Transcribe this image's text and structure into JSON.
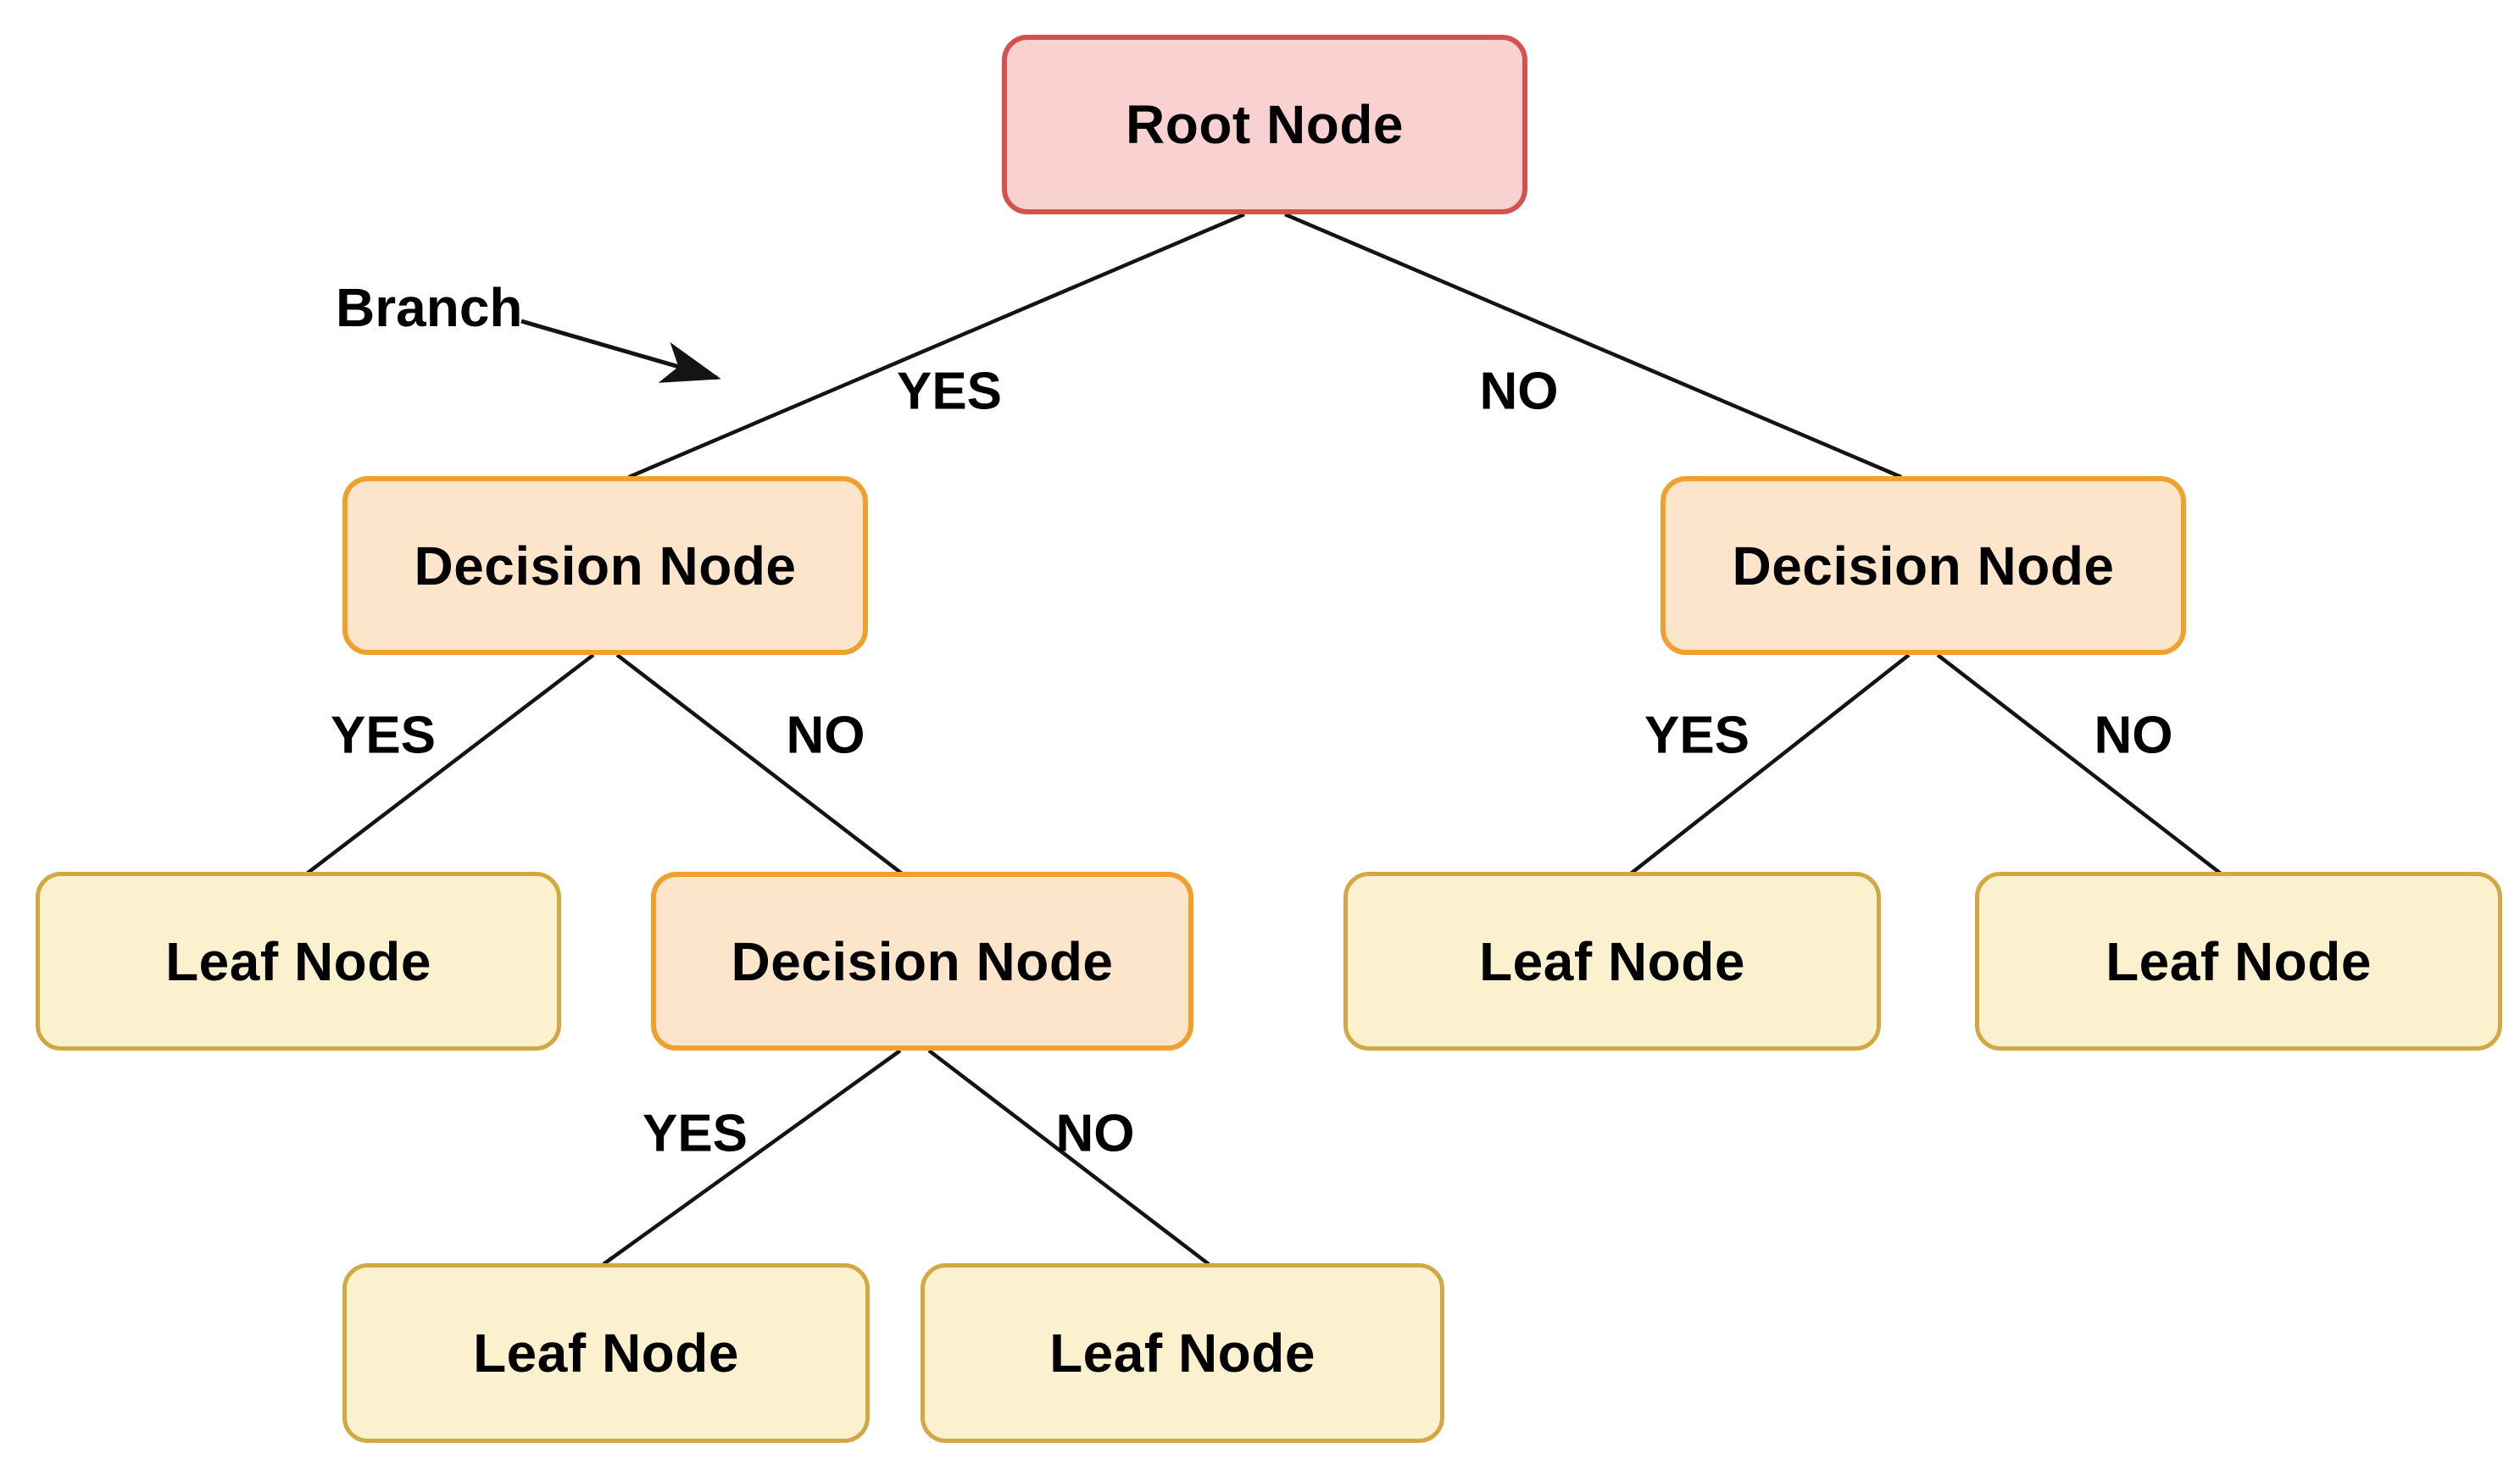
{
  "diagram": {
    "type": "decision-tree",
    "annotation": {
      "branch_label": "Branch"
    },
    "nodes": {
      "root": {
        "label": "Root Node",
        "type": "root"
      },
      "decision_left": {
        "label": "Decision Node",
        "type": "decision"
      },
      "decision_right": {
        "label": "Decision Node",
        "type": "decision"
      },
      "decision_mid": {
        "label": "Decision Node",
        "type": "decision"
      },
      "leaf_far_left": {
        "label": "Leaf Node",
        "type": "leaf"
      },
      "leaf_bottom_left": {
        "label": "Leaf Node",
        "type": "leaf"
      },
      "leaf_bottom_right": {
        "label": "Leaf Node",
        "type": "leaf"
      },
      "leaf_right_1": {
        "label": "Leaf Node",
        "type": "leaf"
      },
      "leaf_right_2": {
        "label": "Leaf Node",
        "type": "leaf"
      }
    },
    "edge_labels": {
      "root_yes": "YES",
      "root_no": "NO",
      "left_yes": "YES",
      "left_no": "NO",
      "mid_yes": "YES",
      "mid_no": "NO",
      "right_yes": "YES",
      "right_no": "NO"
    },
    "edges": [
      {
        "from": "root",
        "to": "decision_left",
        "label": "YES"
      },
      {
        "from": "root",
        "to": "decision_right",
        "label": "NO"
      },
      {
        "from": "decision_left",
        "to": "leaf_far_left",
        "label": "YES"
      },
      {
        "from": "decision_left",
        "to": "decision_mid",
        "label": "NO"
      },
      {
        "from": "decision_mid",
        "to": "leaf_bottom_left",
        "label": "YES"
      },
      {
        "from": "decision_mid",
        "to": "leaf_bottom_right",
        "label": "NO"
      },
      {
        "from": "decision_right",
        "to": "leaf_right_1",
        "label": "YES"
      },
      {
        "from": "decision_right",
        "to": "leaf_right_2",
        "label": "NO"
      }
    ],
    "colors": {
      "root_fill": "#fad1d1",
      "root_border": "#d5514d",
      "decision_fill": "#fce5cb",
      "decision_border": "#efa02d",
      "leaf_fill": "#fcf1cf",
      "leaf_border": "#d2a842",
      "edge_line": "#141414",
      "text": "#000000",
      "background": "#ffffff"
    }
  }
}
